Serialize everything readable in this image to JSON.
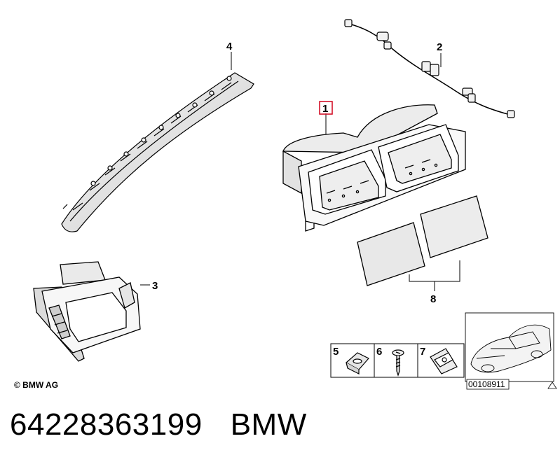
{
  "callouts": {
    "c1": "1",
    "c2": "2",
    "c3": "3",
    "c4": "4",
    "c5": "5",
    "c6": "6",
    "c7": "7",
    "c8": "8"
  },
  "copyright": "© BMW AG",
  "diagram_id": "00108911",
  "part_number": "64228363199",
  "brand": "BMW",
  "colors": {
    "line": "#000000",
    "highlight": "#d0021b",
    "shade": "#e6e6e6"
  }
}
